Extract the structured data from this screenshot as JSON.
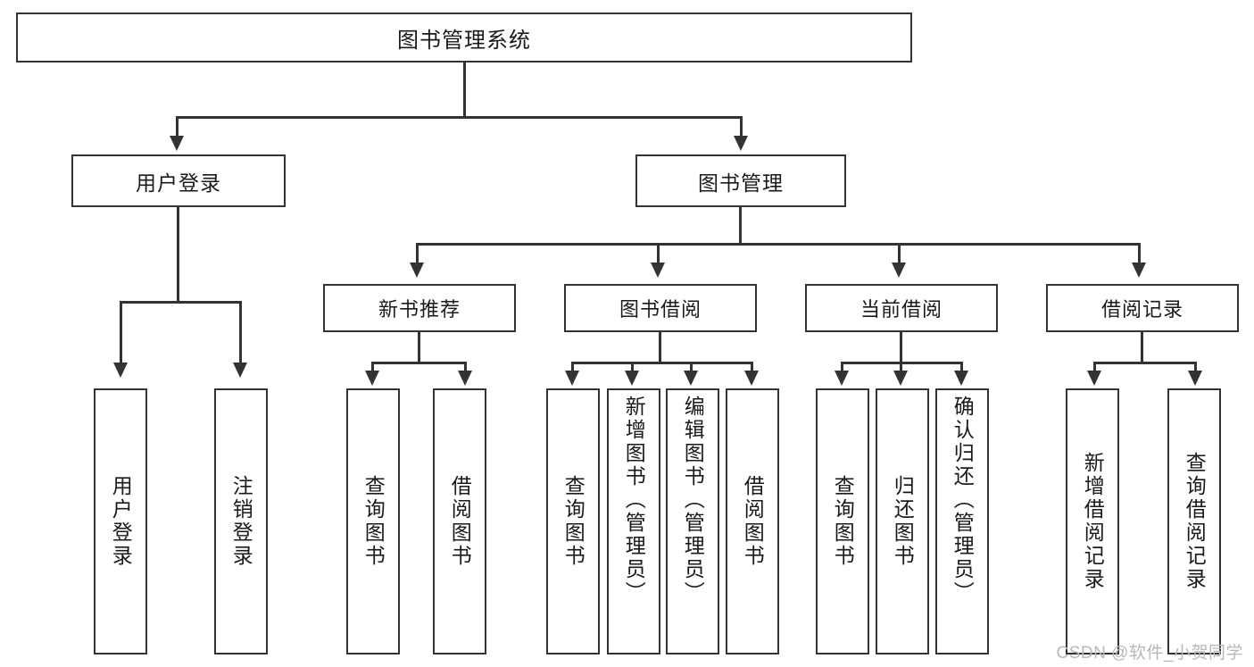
{
  "diagram": {
    "title": "图书管理系统",
    "type": "hierarchy-tree",
    "root": {
      "id": "root",
      "label": "图书管理系统"
    },
    "level1": [
      {
        "id": "user-login",
        "label": "用户登录"
      },
      {
        "id": "book-manage",
        "label": "图书管理"
      }
    ],
    "level2": [
      {
        "id": "new-book-recommend",
        "label": "新书推荐"
      },
      {
        "id": "book-borrow",
        "label": "图书借阅"
      },
      {
        "id": "current-borrow",
        "label": "当前借阅"
      },
      {
        "id": "borrow-record",
        "label": "借阅记录"
      }
    ],
    "leaves": {
      "user_login": [
        {
          "id": "leaf-user-login",
          "label": "用户登录"
        },
        {
          "id": "leaf-user-logout",
          "label": "注销登录"
        }
      ],
      "new_book_recommend": [
        {
          "id": "leaf-query-book-1",
          "label": "查询图书"
        },
        {
          "id": "leaf-borrow-book-1",
          "label": "借阅图书"
        }
      ],
      "book_borrow": [
        {
          "id": "leaf-query-book-2",
          "label": "查询图书"
        },
        {
          "id": "leaf-add-book",
          "label": "新增图书（管理员）"
        },
        {
          "id": "leaf-edit-book",
          "label": "编辑图书（管理员）"
        },
        {
          "id": "leaf-borrow-book-2",
          "label": "借阅图书"
        }
      ],
      "current_borrow": [
        {
          "id": "leaf-query-book-3",
          "label": "查询图书"
        },
        {
          "id": "leaf-return-book",
          "label": "归还图书"
        },
        {
          "id": "leaf-confirm-return",
          "label": "确认归还（管理员）"
        }
      ],
      "borrow_record": [
        {
          "id": "leaf-add-record",
          "label": "新增借阅记录"
        },
        {
          "id": "leaf-query-record",
          "label": "查询借阅记录"
        }
      ]
    }
  },
  "watermark": {
    "text": "CSDN @软件_小贺同学"
  },
  "colors": {
    "stroke": "#333333",
    "background": "#ffffff",
    "text": "#1a1a1a",
    "watermark": "#b8b8b8"
  }
}
